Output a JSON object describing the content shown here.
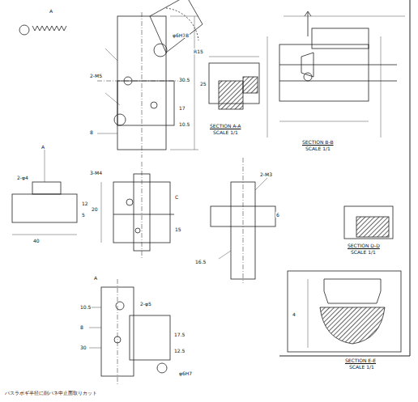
{
  "diagram": {
    "labels": [
      "A",
      "φ6H7",
      "2-M5",
      "30.5",
      "17",
      "10.5",
      "8",
      "25",
      "R15",
      "B",
      "SECTION A-A",
      "SCALE 1/1",
      "SECTION B-B",
      "SCALE 1/1",
      "A",
      "2-φ4",
      "12",
      "5",
      "40",
      "3-M4",
      "20",
      "15",
      "C",
      "2-M3",
      "6",
      "16.5",
      "SECTION D-D",
      "SCALE 1/1",
      "A",
      "10.5",
      "8",
      "30",
      "2-φ5",
      "17.5",
      "12.5",
      "φ6H7",
      "SECTION E-E",
      "SCALE 1/1",
      "4",
      "パスラボギ半径に削パネ中止面取りカット"
    ]
  }
}
